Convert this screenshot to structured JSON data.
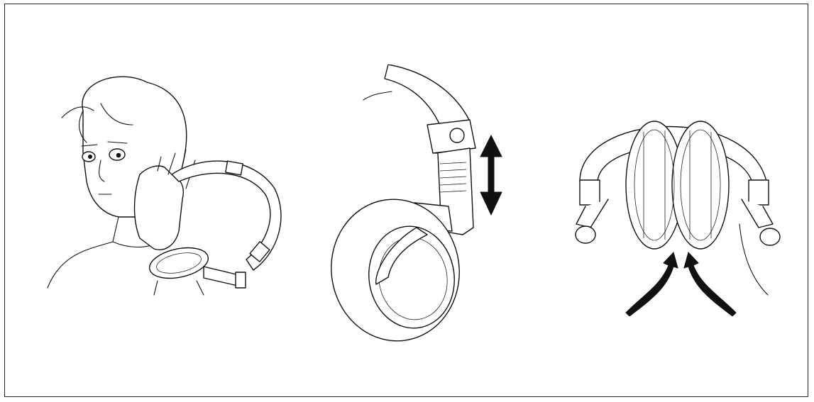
{
  "figure": {
    "panels": [
      {
        "name": "wearing",
        "icon": "person-wearing-headphones"
      },
      {
        "name": "adjust",
        "icon": "headband-slide-adjust",
        "arrow": "double-vertical"
      },
      {
        "name": "fold",
        "icon": "headphones-folded",
        "arrow": "curved-inward"
      }
    ],
    "line_color": "#111111",
    "background": "#ffffff"
  }
}
